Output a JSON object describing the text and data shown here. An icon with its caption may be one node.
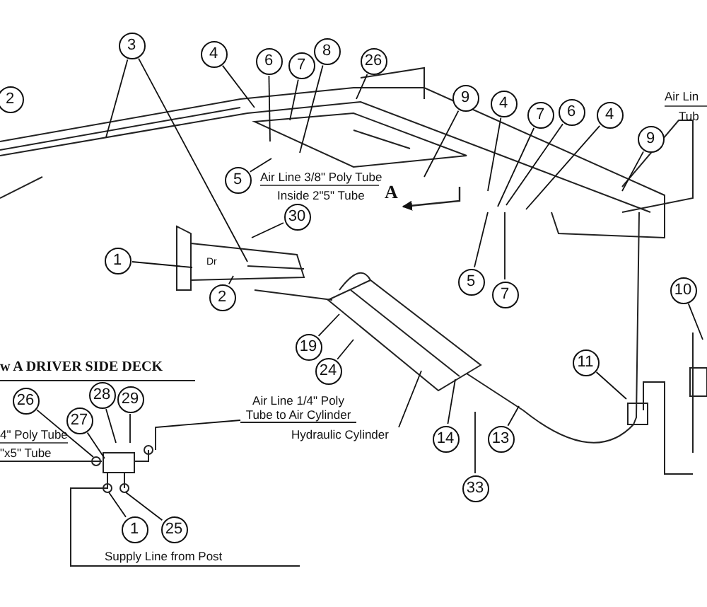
{
  "diagram": {
    "nodes": [
      {
        "text": [
          "2"
        ]
      },
      {
        "text": [
          "3"
        ]
      },
      {
        "text": [
          "4"
        ]
      },
      {
        "text": [
          "6"
        ]
      },
      {
        "text": [
          "7"
        ]
      },
      {
        "text": [
          "8"
        ]
      },
      {
        "text": [
          "26"
        ]
      },
      {
        "text": [
          "5"
        ]
      },
      {
        "text": [
          "30"
        ]
      },
      {
        "text": [
          "1"
        ]
      },
      {
        "text": [
          "2"
        ]
      },
      {
        "text": [
          "9"
        ]
      },
      {
        "text": [
          "4"
        ]
      },
      {
        "text": [
          "7"
        ]
      },
      {
        "text": [
          "6"
        ]
      },
      {
        "text": [
          "4"
        ]
      },
      {
        "text": [
          "9"
        ]
      },
      {
        "text": [
          "5"
        ]
      },
      {
        "text": [
          "7"
        ]
      },
      {
        "text": [
          "10"
        ]
      },
      {
        "text": [
          "11"
        ]
      },
      {
        "text": [
          "19"
        ]
      },
      {
        "text": [
          "24"
        ]
      },
      {
        "text": [
          "14"
        ]
      },
      {
        "text": [
          "13"
        ]
      },
      {
        "text": [
          "33"
        ]
      },
      {
        "text": [
          "28"
        ]
      },
      {
        "text": [
          "29"
        ]
      },
      {
        "text": [
          "27"
        ]
      },
      {
        "text": [
          "26"
        ]
      },
      {
        "text": [
          "1"
        ]
      },
      {
        "text": [
          "25"
        ]
      },
      {
        "text": [
          "Air Line 1/4\" Poly Tube to Air Cylinder"
        ]
      },
      {
        "text": [
          "Hydraulic Cylinder"
        ]
      }
    ],
    "edges": [
      {
        "from": 1,
        "to": null,
        "arrow": "none"
      },
      {
        "from": 1,
        "to": null,
        "arrow": "none"
      },
      {
        "from": 2,
        "to": null,
        "arrow": "none"
      },
      {
        "from": 3,
        "to": null,
        "arrow": "none"
      },
      {
        "from": 4,
        "to": null,
        "arrow": "none"
      },
      {
        "from": 5,
        "to": null,
        "arrow": "none"
      },
      {
        "from": 6,
        "to": null,
        "arrow": "none"
      },
      {
        "from": 7,
        "to": null,
        "arrow": "none"
      },
      {
        "from": 8,
        "to": null,
        "arrow": "none"
      },
      {
        "from": 9,
        "to": null,
        "arrow": "none"
      },
      {
        "from": 10,
        "to": null,
        "arrow": "none"
      },
      {
        "from": 11,
        "to": null,
        "arrow": "none"
      },
      {
        "from": 12,
        "to": null,
        "arrow": "none"
      },
      {
        "from": 13,
        "to": null,
        "arrow": "none"
      },
      {
        "from": 14,
        "to": null,
        "arrow": "none"
      },
      {
        "from": 15,
        "to": null,
        "arrow": "none"
      },
      {
        "from": 16,
        "to": null,
        "arrow": "none"
      },
      {
        "from": 17,
        "to": null,
        "arrow": "none"
      },
      {
        "from": 18,
        "to": null,
        "arrow": "none"
      },
      {
        "from": 19,
        "to": null,
        "arrow": "none"
      },
      {
        "from": 20,
        "to": null,
        "arrow": "none"
      },
      {
        "from": 21,
        "to": null,
        "arrow": "none"
      },
      {
        "from": 22,
        "to": null,
        "arrow": "none"
      },
      {
        "from": 23,
        "to": null,
        "arrow": "none"
      },
      {
        "from": 24,
        "to": null,
        "arrow": "none"
      },
      {
        "from": 25,
        "to": null,
        "arrow": "none"
      },
      {
        "from": 26,
        "to": null,
        "arrow": "none"
      },
      {
        "from": 27,
        "to": null,
        "arrow": "none"
      },
      {
        "from": 28,
        "to": null,
        "arrow": "none"
      },
      {
        "from": 29,
        "to": null,
        "arrow": "none"
      },
      {
        "from": 30,
        "to": null,
        "arrow": "none"
      },
      {
        "from": 31,
        "to": null,
        "arrow": "none"
      },
      {
        "from": 32,
        "to": null,
        "arrow": "none"
      },
      {
        "from": 33,
        "to": null,
        "arrow": "none"
      }
    ],
    "labels": [
      "Air Lin",
      "Tub",
      "Air Line 3/8\" Poly Tube",
      "Inside 2\"5\" Tube",
      "A",
      "Dr",
      "w A DRIVER SIDE DECK",
      "4\" Poly Tube",
      "\"x5\" Tube",
      "Supply Line from Post"
    ]
  }
}
